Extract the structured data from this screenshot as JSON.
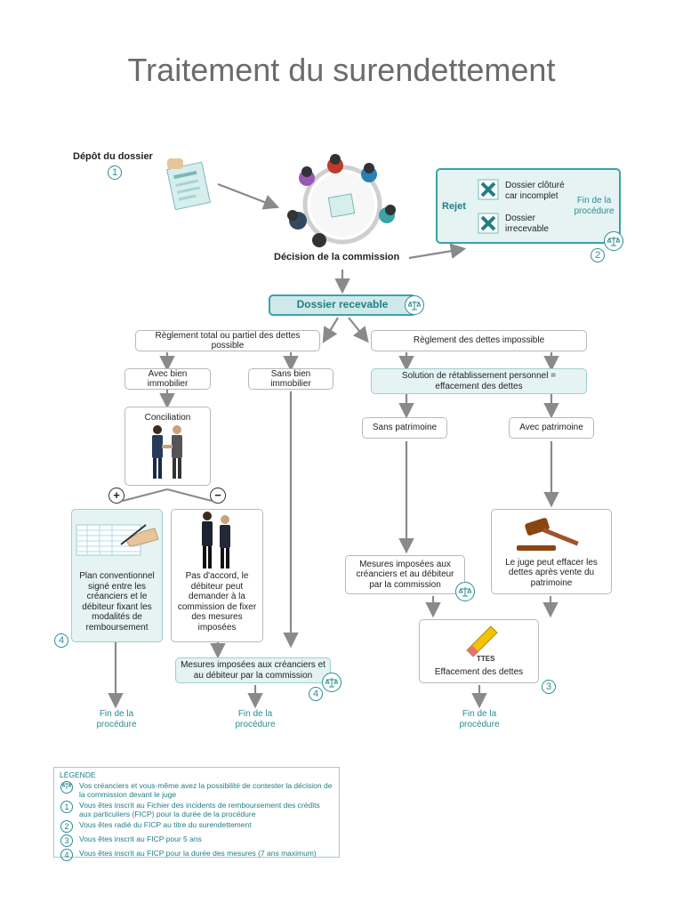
{
  "title": "Traitement du surendettement",
  "depot": {
    "label": "Dépôt du dossier",
    "num": "1"
  },
  "decision": "Décision de la commission",
  "rejet": {
    "label": "Rejet",
    "item1": "Dossier clôturé car incomplet",
    "item2": "Dossier irrecevable",
    "fin": "Fin de la procédure",
    "num": "2"
  },
  "recevable": "Dossier recevable",
  "reglement_possible": "Règlement total ou partiel des dettes possible",
  "reglement_impossible": "Règlement des dettes impossible",
  "avec_bien": "Avec bien immobilier",
  "sans_bien": "Sans bien immobilier",
  "solution": "Solution de rétablissement personnel = effacement des dettes",
  "sans_patrimoine": "Sans patrimoine",
  "avec_patrimoine": "Avec patrimoine",
  "conciliation": "Conciliation",
  "plus": "+",
  "minus": "−",
  "plan": "Plan conventionnel signé entre les créanciers et le débiteur fixant les modalités de remboursement",
  "pas_accord": "Pas d'accord, le débiteur peut demander à la commission de fixer des mesures imposées",
  "mesures_commission": "Mesures imposées aux créanciers et au débiteur par la commission",
  "mesures_commission2": "Mesures imposées aux créanciers et au débiteur par la commission",
  "juge": "Le juge peut effacer les dettes après vente du patrimoine",
  "effacement": "Effacement des dettes",
  "dettes_word": "TTES",
  "num3": "3",
  "num4": "4",
  "fin_procedure": "Fin de la procédure",
  "legend": {
    "title": "LÉGENDE",
    "items": [
      "Vos créanciers et vous-même avez la possibilité de contester la décision de la commission devant le juge",
      "Vous êtes inscrit au Fichier des incidents de remboursement des crédits aux particuliers (FICP) pour la durée de la procédure",
      "Vous êtes radié du FICP au titre du surendettement",
      "Vous êtes inscrit au FICP pour 5 ans",
      "Vous êtes inscrit au FICP pour la durée des mesures (7 ans maximum)"
    ],
    "nums": [
      "1",
      "2",
      "3",
      "4"
    ]
  }
}
